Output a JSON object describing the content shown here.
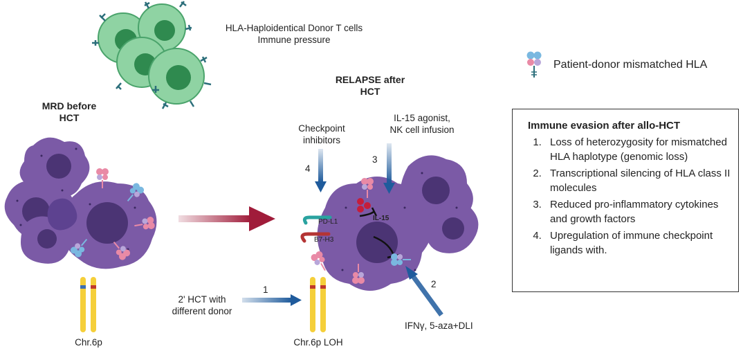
{
  "labels": {
    "donor_t_cells": "HLA-Haploidentical Donor T cells",
    "immune_pressure": "Immune pressure",
    "relapse_line1": "RELAPSE after",
    "relapse_line2": "HCT",
    "mrd_line1": "MRD before",
    "mrd_line2": "HCT",
    "checkpoint_line1": "Checkpoint",
    "checkpoint_line2": "inhibitors",
    "il15_line1": "IL-15 agonist,",
    "il15_line2": "NK cell infusion",
    "num_4": "4",
    "num_3": "3",
    "num_2": "2",
    "num_1": "1",
    "pd_l1": "PD-L1",
    "b7_h3": "B7-H3",
    "il_15": "IL-15",
    "hct2_line1": "2' HCT with",
    "hct2_line2": "different donor",
    "ifn": "IFNγ, 5-aza+DLI",
    "chr_left": "Chr.6p",
    "chr_right": "Chr.6p LOH"
  },
  "legend": {
    "mismatched_hla": "Patient-donor mismatched HLA"
  },
  "evasion_box": {
    "title": "Immune evasion after allo-HCT",
    "items": [
      "Loss of heterozygosity for mismatched HLA haplotype (genomic loss)",
      "Transcriptional silencing of HLA class II molecules",
      "Reduced pro-inflammatory cytokines and growth factors",
      "Upregulation of immune checkpoint ligands with."
    ]
  },
  "colors": {
    "tumor_cell": "#7b5aa6",
    "tumor_nucleus": "#4b3474",
    "t_cell": "#6fbf86",
    "t_cell_nucleus": "#2f8a4f",
    "arrow_blue": "#1f5b9c",
    "arrow_red": "#a01c3a",
    "chromosome": "#f5cf3a",
    "hla_blue": "#7ab8e0",
    "hla_pink": "#e98aa6"
  }
}
